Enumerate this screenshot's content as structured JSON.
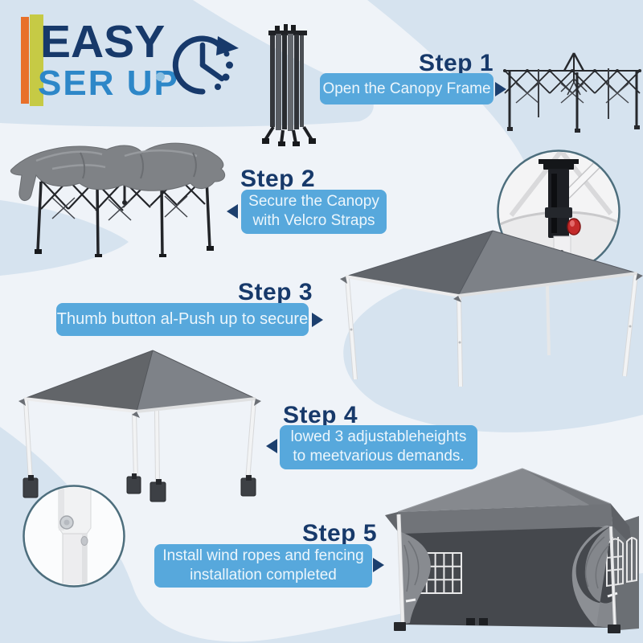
{
  "logo": {
    "title": "EASY",
    "subtitle": "SER UP",
    "clock_icon": "clock-with-rotation-arrow"
  },
  "steps": [
    {
      "title": "Step 1",
      "lines": [
        "Open the Canopy Frame"
      ],
      "arrow_direction": "right",
      "illustration": "folded-frame-and-opened-canopy-frame"
    },
    {
      "title": "Step 2",
      "lines": [
        "Secure the Canopy",
        "with Velcro Straps"
      ],
      "arrow_direction": "left",
      "illustration": "canopy-fabric-draped-over-frame"
    },
    {
      "title": "Step 3",
      "lines": [
        "Thumb button al-Push up to secure"
      ],
      "arrow_direction": "right",
      "illustration": "gray-canopy-on-white-legs-with-thumb-button-closeup"
    },
    {
      "title": "Step 4",
      "lines": [
        "lowed 3 adjustableheights",
        "to meetvarious demands."
      ],
      "arrow_direction": "left",
      "illustration": "canopy-with-leg-weight-bags-and-height-button-closeup"
    },
    {
      "title": "Step 5",
      "lines": [
        "Install wind ropes and fencing",
        "installation completed"
      ],
      "arrow_direction": "right",
      "illustration": "finished-tent-with-sidewalls-curtains-and-windows"
    }
  ],
  "colors": {
    "background_base": "#eff3f8",
    "background_wave": "#d6e3ef",
    "title_navy": "#17396a",
    "label_box_blue": "#57a8dc",
    "label_text": "#ecf6fc",
    "logo_subtitle_blue": "#2d87c8",
    "bar_orange": "#e8702a",
    "bar_yellow": "#c6ca45",
    "canopy_gray": "#74777b",
    "frame_black": "#26282c",
    "pole_white": "#f1f2f3",
    "thumb_button_red": "#c32a2a",
    "closeup_circle_border": "#4d6e7d"
  }
}
